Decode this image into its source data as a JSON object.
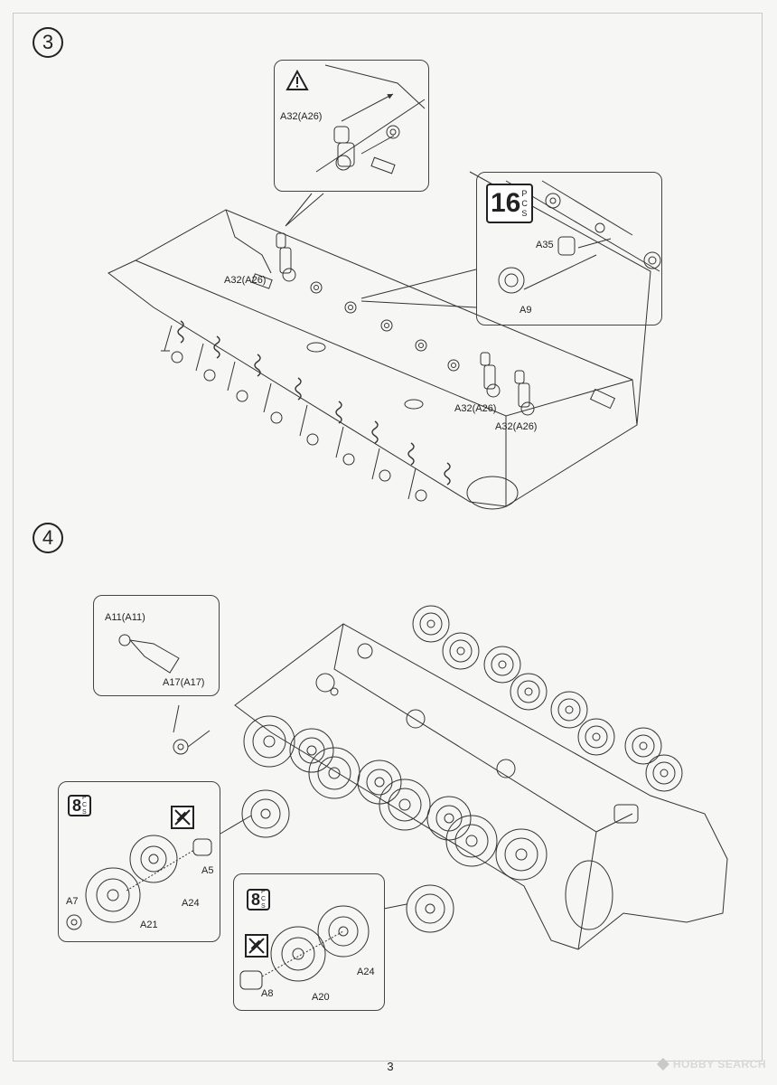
{
  "page": {
    "number": "3"
  },
  "watermark": {
    "text": "HOBBY SEARCH",
    "icon": "diamond-logo-icon"
  },
  "step3": {
    "number": "3",
    "callout_warning": {
      "icon": "warning-triangle-icon",
      "part": "A32(A26)"
    },
    "callout_pcs": {
      "count": "16",
      "unit": [
        "P",
        "C",
        "S"
      ],
      "parts": [
        "A35",
        "A9"
      ]
    },
    "hull_labels": [
      "A32(A26)",
      "A32(A26)",
      "A32(A26)"
    ]
  },
  "step4": {
    "number": "4",
    "callout_idler": {
      "parts": [
        "A11(A11)",
        "A17(A17)"
      ]
    },
    "callout_wheel_a": {
      "count": "8",
      "unit": [
        "P",
        "C",
        "S"
      ],
      "icon": "no-glue-icon",
      "parts": [
        "A5",
        "A24",
        "A7",
        "A21"
      ]
    },
    "callout_wheel_b": {
      "count": "8",
      "unit": [
        "P",
        "C",
        "S"
      ],
      "icon": "no-glue-icon",
      "parts": [
        "A24",
        "A8",
        "A20"
      ]
    }
  }
}
